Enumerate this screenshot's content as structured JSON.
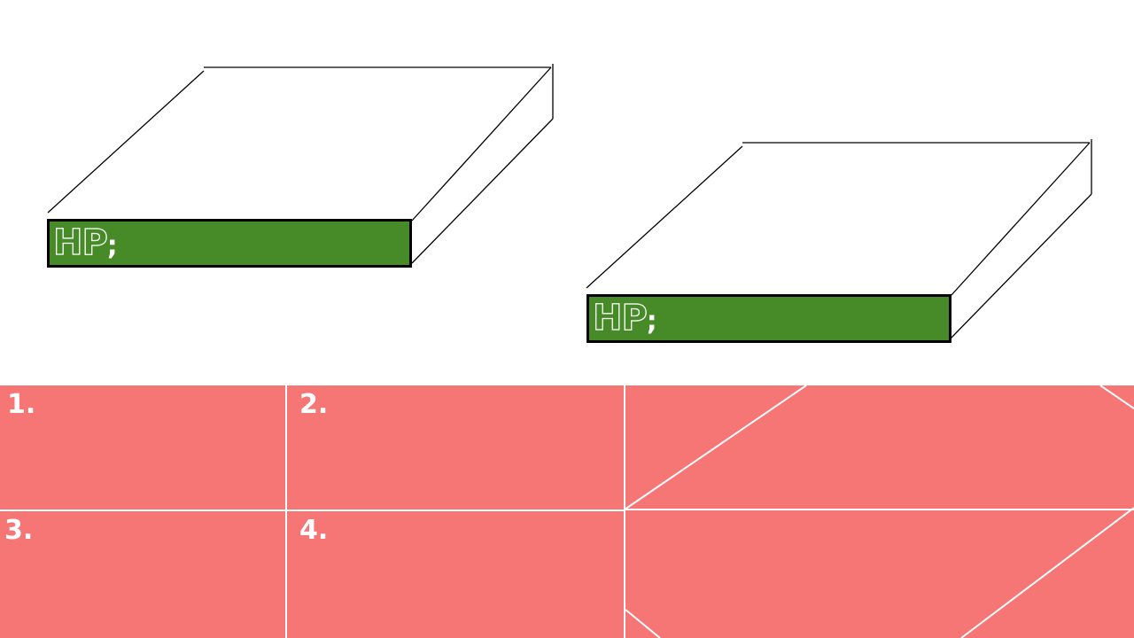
{
  "battle": {
    "player_hp_label": "HP",
    "enemy_hp_label": "HP",
    "hp_separator": ";",
    "colors": {
      "hp_bar_fill": "#468b28",
      "panel_background": "#f67575",
      "panel_lines": "#ffffff"
    }
  },
  "moves": [
    {
      "number": "1."
    },
    {
      "number": "2."
    },
    {
      "number": "3."
    },
    {
      "number": "4."
    }
  ]
}
